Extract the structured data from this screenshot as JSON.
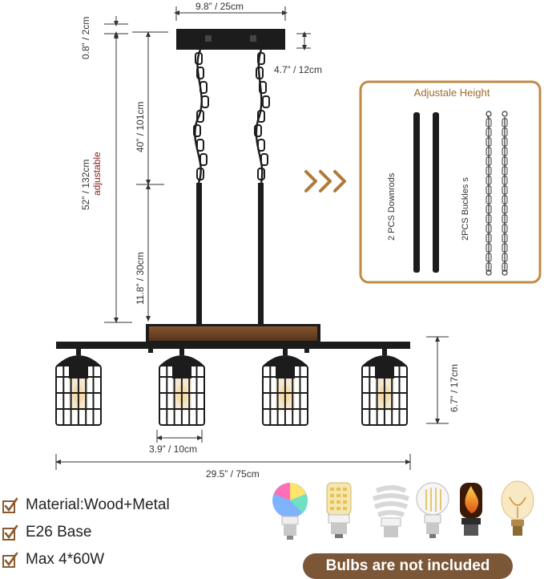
{
  "dimensions": {
    "width": "9.8” / 25cm",
    "depth": "4.7” / 12cm",
    "canopy_height": "0.8” / 2cm",
    "overall_height": "52” / 132cm",
    "adjustable": "adjustable",
    "chain_length": "40” / 101cm",
    "rod_length": "11.8” / 30cm",
    "shade_height": "6.7” / 17cm",
    "shade_width": "3.9” / 10cm",
    "total_length": "29.5” / 75cm"
  },
  "adjustable_panel": {
    "title": "Adjustale Height",
    "downrods_label": "2 PCS Downrods",
    "buckles_label": "2PCS Buckles s"
  },
  "features": [
    {
      "label": "Material:Wood+Metal"
    },
    {
      "label": "E26 Base"
    },
    {
      "label": "Max 4*60W"
    }
  ],
  "banner": "Bulbs are not included",
  "colors": {
    "metal": "#1c1c1c",
    "wood": "#6e4526",
    "accent": "#b07a3a",
    "banner": "#7b5738",
    "red_text": "#8b2323"
  }
}
